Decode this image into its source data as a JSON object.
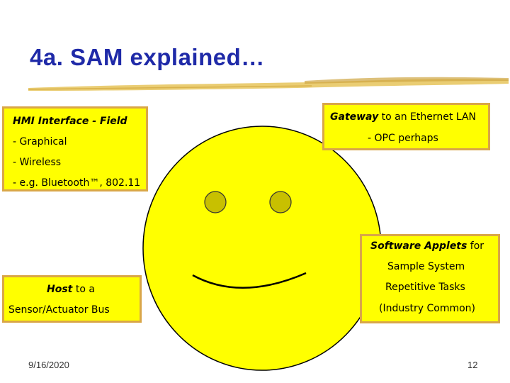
{
  "title": "4a. SAM explained…",
  "hmi_box": {
    "line1": "HMI Interface - Field",
    "line2": "- Graphical",
    "line3": "- Wireless",
    "line4": "- e.g. Bluetooth™, 802.11"
  },
  "gateway_box": {
    "bold": "Gateway",
    "rest": " to an Ethernet LAN",
    "line2": "- OPC perhaps"
  },
  "software_box": {
    "bold": "Software Applets",
    "rest": " for",
    "line2": "Sample System",
    "line3": "Repetitive Tasks",
    "line4": "(Industry Common)"
  },
  "host_box": {
    "bold": "Host",
    "rest": " to a",
    "line2": "Sensor/Actuator Bus"
  },
  "footer": {
    "date": "9/16/2020",
    "page": "12"
  },
  "colors": {
    "title": "#1f2aa8",
    "face": "#ffff00",
    "eyes": "#c8c000",
    "box_border": "#d9a648"
  }
}
